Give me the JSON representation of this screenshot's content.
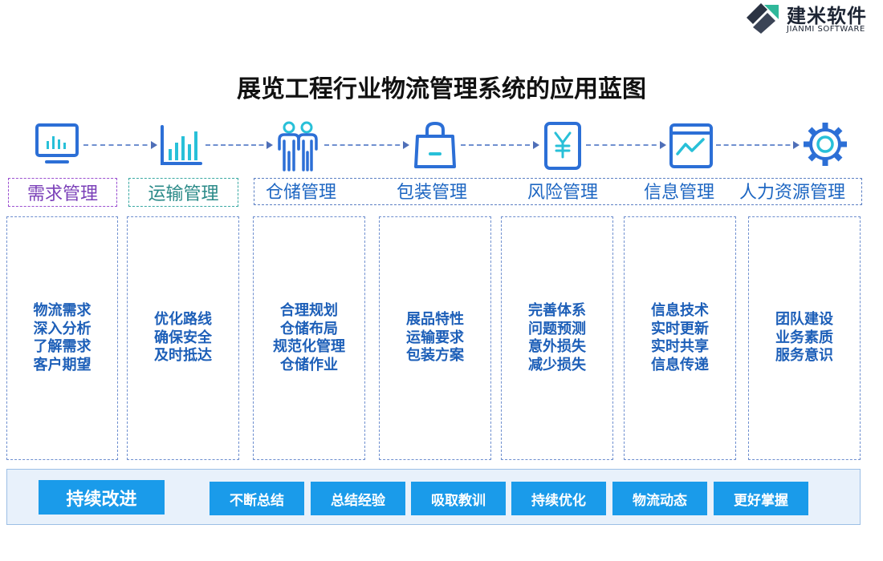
{
  "logo": {
    "name_cn": "建米软件",
    "name_en": "JIANMI SOFTWARE"
  },
  "title": "展览工程行业物流管理系统的应用蓝图",
  "colors": {
    "primary": "#1a9bea",
    "text_blue": "#1d5fb8",
    "icon_blue": "#2c6fd6",
    "band_bg": "#e8f1fb"
  },
  "steps": [
    {
      "label": "需求管理",
      "icon": "monitor-chart-icon",
      "lines": [
        "物流需求",
        "深入分析",
        "了解需求",
        "客户期望"
      ]
    },
    {
      "label": "运输管理",
      "icon": "bar-chart-icon",
      "lines": [
        "优化路线",
        "确保安全",
        "及时抵达"
      ]
    },
    {
      "label": "仓储管理",
      "icon": "people-icon",
      "lines": [
        "合理规划",
        "仓储布局",
        "规范化管理",
        "仓储作业"
      ]
    },
    {
      "label": "包装管理",
      "icon": "shopping-bag-icon",
      "lines": [
        "展品特性",
        "运输要求",
        "包装方案"
      ]
    },
    {
      "label": "风险管理",
      "icon": "yen-phone-icon",
      "lines": [
        "完善体系",
        "问题预测",
        "意外损失",
        "减少损失"
      ]
    },
    {
      "label": "信息管理",
      "icon": "trend-window-icon",
      "lines": [
        "信息技术",
        "实时更新",
        "实时共享",
        "信息传递"
      ]
    },
    {
      "label": "人力资源管理",
      "icon": "gear-icon",
      "lines": [
        "团队建设",
        "业务素质",
        "服务意识"
      ]
    }
  ],
  "bottom": {
    "title": "持续改进",
    "tags": [
      "不断总结",
      "总结经验",
      "吸取教训",
      "持续优化",
      "物流动态",
      "更好掌握"
    ]
  }
}
